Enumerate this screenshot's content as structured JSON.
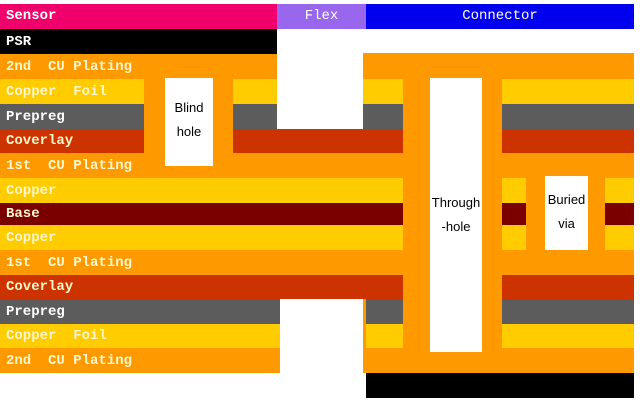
{
  "header": {
    "sensor": "Sensor",
    "flex": "Flex",
    "connector": "Connector"
  },
  "layers": {
    "psr": "PSR",
    "cu2_top": "2nd  CU Plating",
    "foil_top": "Copper  Foil",
    "prepreg_top": "Prepreg",
    "coverlay_top": "Coverlay",
    "cu1_top": "1st  CU Plating",
    "copper_top": "Copper",
    "base": "Base",
    "copper_bottom": "Copper",
    "cu1_bottom": "1st  CU Plating",
    "coverlay_bottom": "Coverlay",
    "prepreg_bottom": "Prepreg",
    "foil_bottom": "Copper  Foil",
    "cu2_bottom": "2nd  CU Plating"
  },
  "holes": {
    "blind": [
      "Blind",
      "hole"
    ],
    "through": [
      "Through",
      "-hole"
    ],
    "buried": [
      "Buried",
      "via"
    ]
  },
  "colors": {
    "sensor": "#f0006a",
    "flex": "#9966ee",
    "connector": "#0000ee",
    "plating": "#ff9900",
    "copper": "#ffcc00",
    "prepreg": "#5c5c5c",
    "coverlay": "#cc3300",
    "base": "#7a0000",
    "psr": "#000000"
  }
}
